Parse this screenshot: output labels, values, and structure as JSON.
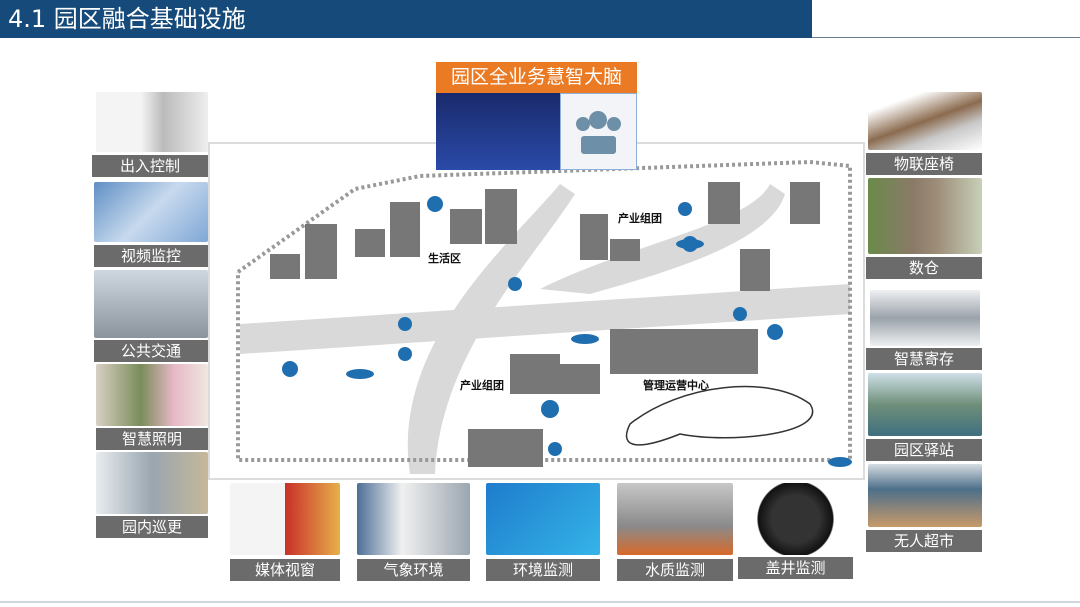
{
  "header": {
    "title": "4.1 园区融合基础设施"
  },
  "brain": {
    "title": "园区全业务慧智大脑"
  },
  "left": [
    {
      "label": "出入控制"
    },
    {
      "label": "视频监控"
    },
    {
      "label": "公共交通"
    },
    {
      "label": "智慧照明"
    },
    {
      "label": "园内巡更"
    }
  ],
  "right": [
    {
      "label": "物联座椅"
    },
    {
      "label": "数仓"
    },
    {
      "label": "智慧寄存"
    },
    {
      "label": "园区驿站"
    },
    {
      "label": "无人超市"
    }
  ],
  "bottom": [
    {
      "label": "媒体视窗"
    },
    {
      "label": "气象环境"
    },
    {
      "label": "环境监测"
    },
    {
      "label": "水质监测"
    },
    {
      "label": "盖井监测"
    }
  ],
  "map": {
    "zones": [
      "生活区",
      "产业组团",
      "产业组团",
      "管理运营中心"
    ]
  },
  "colors": {
    "header": "#154a7a",
    "brain": "#ea7a24",
    "label": "#6b6b6b",
    "icon": "#1f6fb0"
  }
}
